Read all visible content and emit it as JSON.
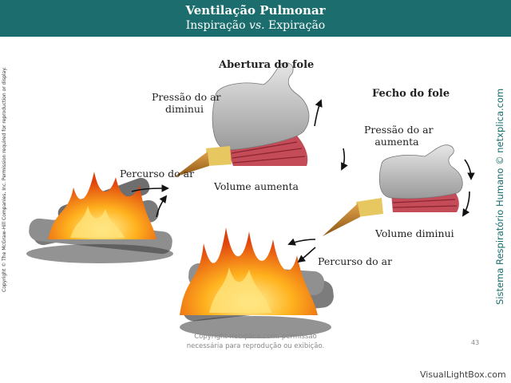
{
  "header": {
    "title": "Ventilação Pulmonar",
    "subtitle_pre": "Inspiração ",
    "subtitle_vs": "vs.",
    "subtitle_post": " Expiração",
    "color": "#1c6e6e"
  },
  "diagram": {
    "open_bellows": {
      "heading": "Abertura do fole",
      "pressure_line1": "Pressão do ar",
      "pressure_line2": "diminui",
      "volume": "Volume aumenta",
      "air_path": "Percurso do ar"
    },
    "closed_bellows": {
      "heading": "Fecho do fole",
      "pressure_line1": "Pressão do ar",
      "pressure_line2": "aumenta",
      "volume": "Volume diminui",
      "air_path": "Percurso do ar"
    }
  },
  "side_text": {
    "copyright": "Copyright © The McGraw-Hill Companies, Inc. Permission required for reproduction or display.",
    "brand": "Sistema Respiratório Humano © netxplica.com"
  },
  "footer": {
    "line1": "Copyright netxplica.com: permissão",
    "line2": "necessária para reprodução ou exibição.",
    "page": "43",
    "watermark": "VisualLightBox.com"
  }
}
